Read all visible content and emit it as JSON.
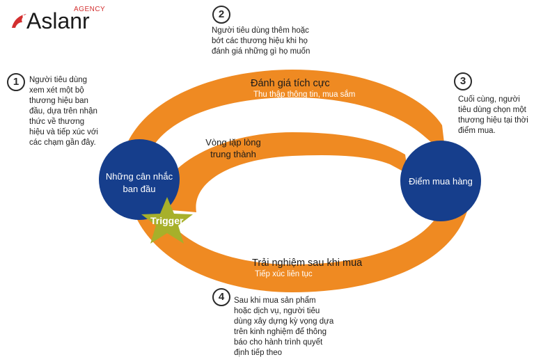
{
  "logo": {
    "brand": "Aslanr",
    "tag": "AGENCY",
    "icon": "bird-icon"
  },
  "steps": [
    {
      "number": "1",
      "text": "Người tiêu dùng\nxem xét một bộ\nthương hiệu ban\nđầu, dựa trên nhận\nthức về thương\nhiệu và tiếp xúc với\ncác chạm gần đây."
    },
    {
      "number": "2",
      "text": "Người tiêu dùng thêm hoặc\nbớt các thương hiệu khi họ\nđánh giá những gì họ muốn"
    },
    {
      "number": "3",
      "text": "Cuối cùng, người\ntiêu dùng chọn một\nthương hiệu tại thời\nđiểm mua."
    },
    {
      "number": "4",
      "text": "Sau khi mua sản phẩm\nhoặc dịch vụ, người tiêu\ndùng xây dựng kỳ vọng dựa\ntrên kinh nghiệm để thông\nbáo cho hành trình quyết\nđịnh tiếp theo"
    }
  ],
  "nodes": {
    "initial": "Những cân nhắc\nban đầu",
    "purchase": "Điểm mua hàng"
  },
  "arcs": {
    "top_title": "Đánh giá tích cực",
    "top_sub": "Thu thập thông tin, mua sắm",
    "bottom_title": "Trải nghiệm sau khi mua",
    "bottom_sub": "Tiếp xúc liên tục",
    "loop": "Vòng lặp lòng\ntrung thành"
  },
  "trigger": "Trigger",
  "colors": {
    "orange": "#ef8a22",
    "navy": "#163e8c",
    "star": "#a7b02a",
    "logo_red": "#d32f2f"
  }
}
